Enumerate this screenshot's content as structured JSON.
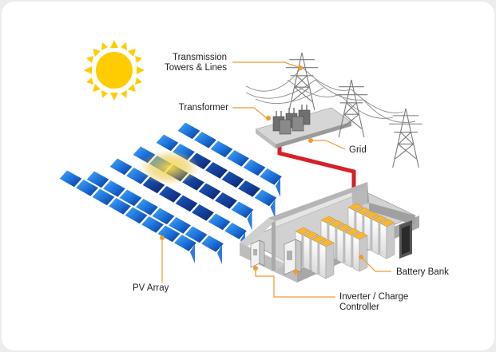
{
  "labels": {
    "transmission_line1": "Transmission",
    "transmission_line2": "Towers & Lines",
    "transformer": "Transformer",
    "grid": "Grid",
    "pv_array": "PV Array",
    "battery_bank": "Battery Bank",
    "inverter_line1": "Inverter / Charge",
    "inverter_line2": "Controller"
  },
  "colors": {
    "sun": "#ffcc00",
    "callout": "#f29a2e",
    "panel": "#1a7de0",
    "panel_dark": "#0d2f8f",
    "grid_cable": "#d61f26",
    "battery": "#f7b733"
  },
  "icons": [
    "sun-icon",
    "transmission-tower-icon",
    "transformer-icon",
    "pv-panel-icon",
    "battery-icon",
    "inverter-icon"
  ]
}
